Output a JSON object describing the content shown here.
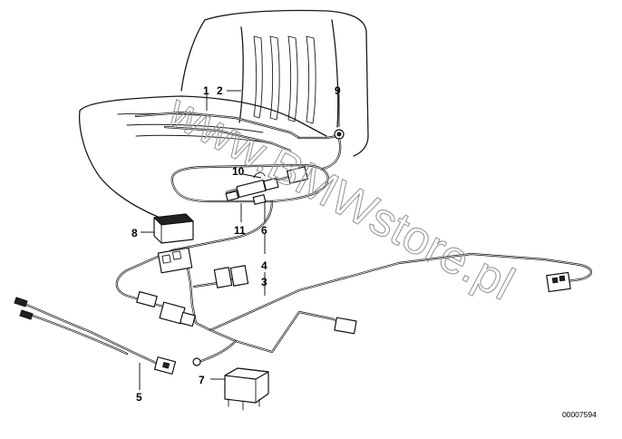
{
  "callouts": [
    "1",
    "2",
    "3",
    "4",
    "5",
    "6",
    "7",
    "8",
    "9",
    "10",
    "11"
  ],
  "watermark": "www.BMWstore.pl",
  "document_number": "00007594"
}
